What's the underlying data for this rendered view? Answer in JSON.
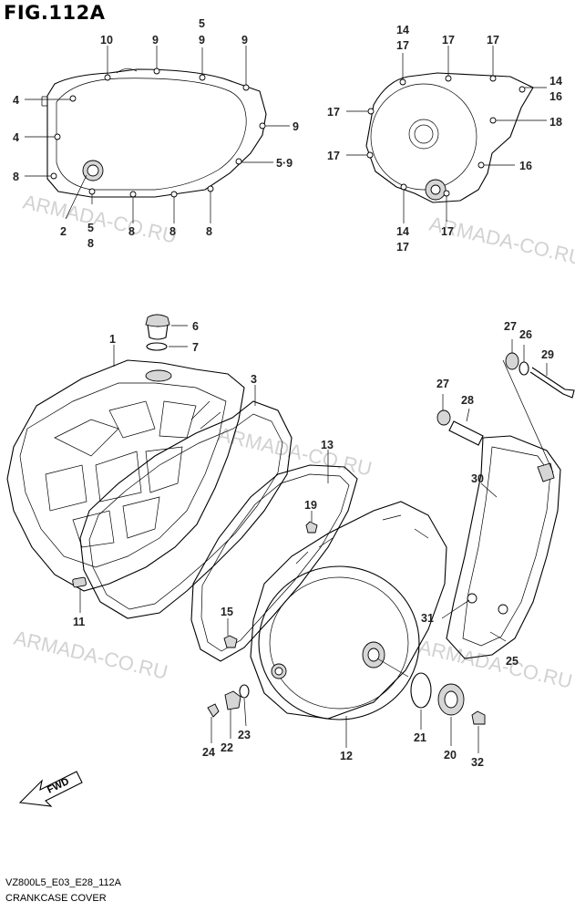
{
  "figure": {
    "title": "FIG.112A",
    "code": "VZ800L5_E03_E28_112A",
    "caption": "CRANKCASE COVER",
    "watermark": "ARMADA-CO.RU",
    "fwd_label": "FWD"
  },
  "callouts": {
    "c1": "1",
    "c2": "2",
    "c3": "3",
    "c4a": "4",
    "c4b": "4",
    "c5a": "5",
    "c9a": "9",
    "c5b": "5",
    "c8b": "8",
    "c59": "5·9",
    "c6": "6",
    "c7": "7",
    "c8a": "8",
    "c8c": "8",
    "c8d": "8",
    "c8e": "8",
    "c9b": "9",
    "c9c": "9",
    "c9d": "9",
    "c10": "10",
    "c11": "11",
    "c12": "12",
    "c13": "13",
    "c14a": "14",
    "c17a": "17",
    "c14b": "14",
    "c16a": "16",
    "c14c": "14",
    "c17b": "17",
    "c15": "15",
    "c16b": "16",
    "c17c": "17",
    "c17d": "17",
    "c17e": "17",
    "c17f": "17",
    "c17g": "17",
    "c18": "18",
    "c19": "19",
    "c20": "20",
    "c21": "21",
    "c22": "22",
    "c23": "23",
    "c24": "24",
    "c25": "25",
    "c26": "26",
    "c27a": "27",
    "c27b": "27",
    "c28": "28",
    "c29": "29",
    "c30": "30",
    "c31": "31",
    "c32": "32"
  }
}
